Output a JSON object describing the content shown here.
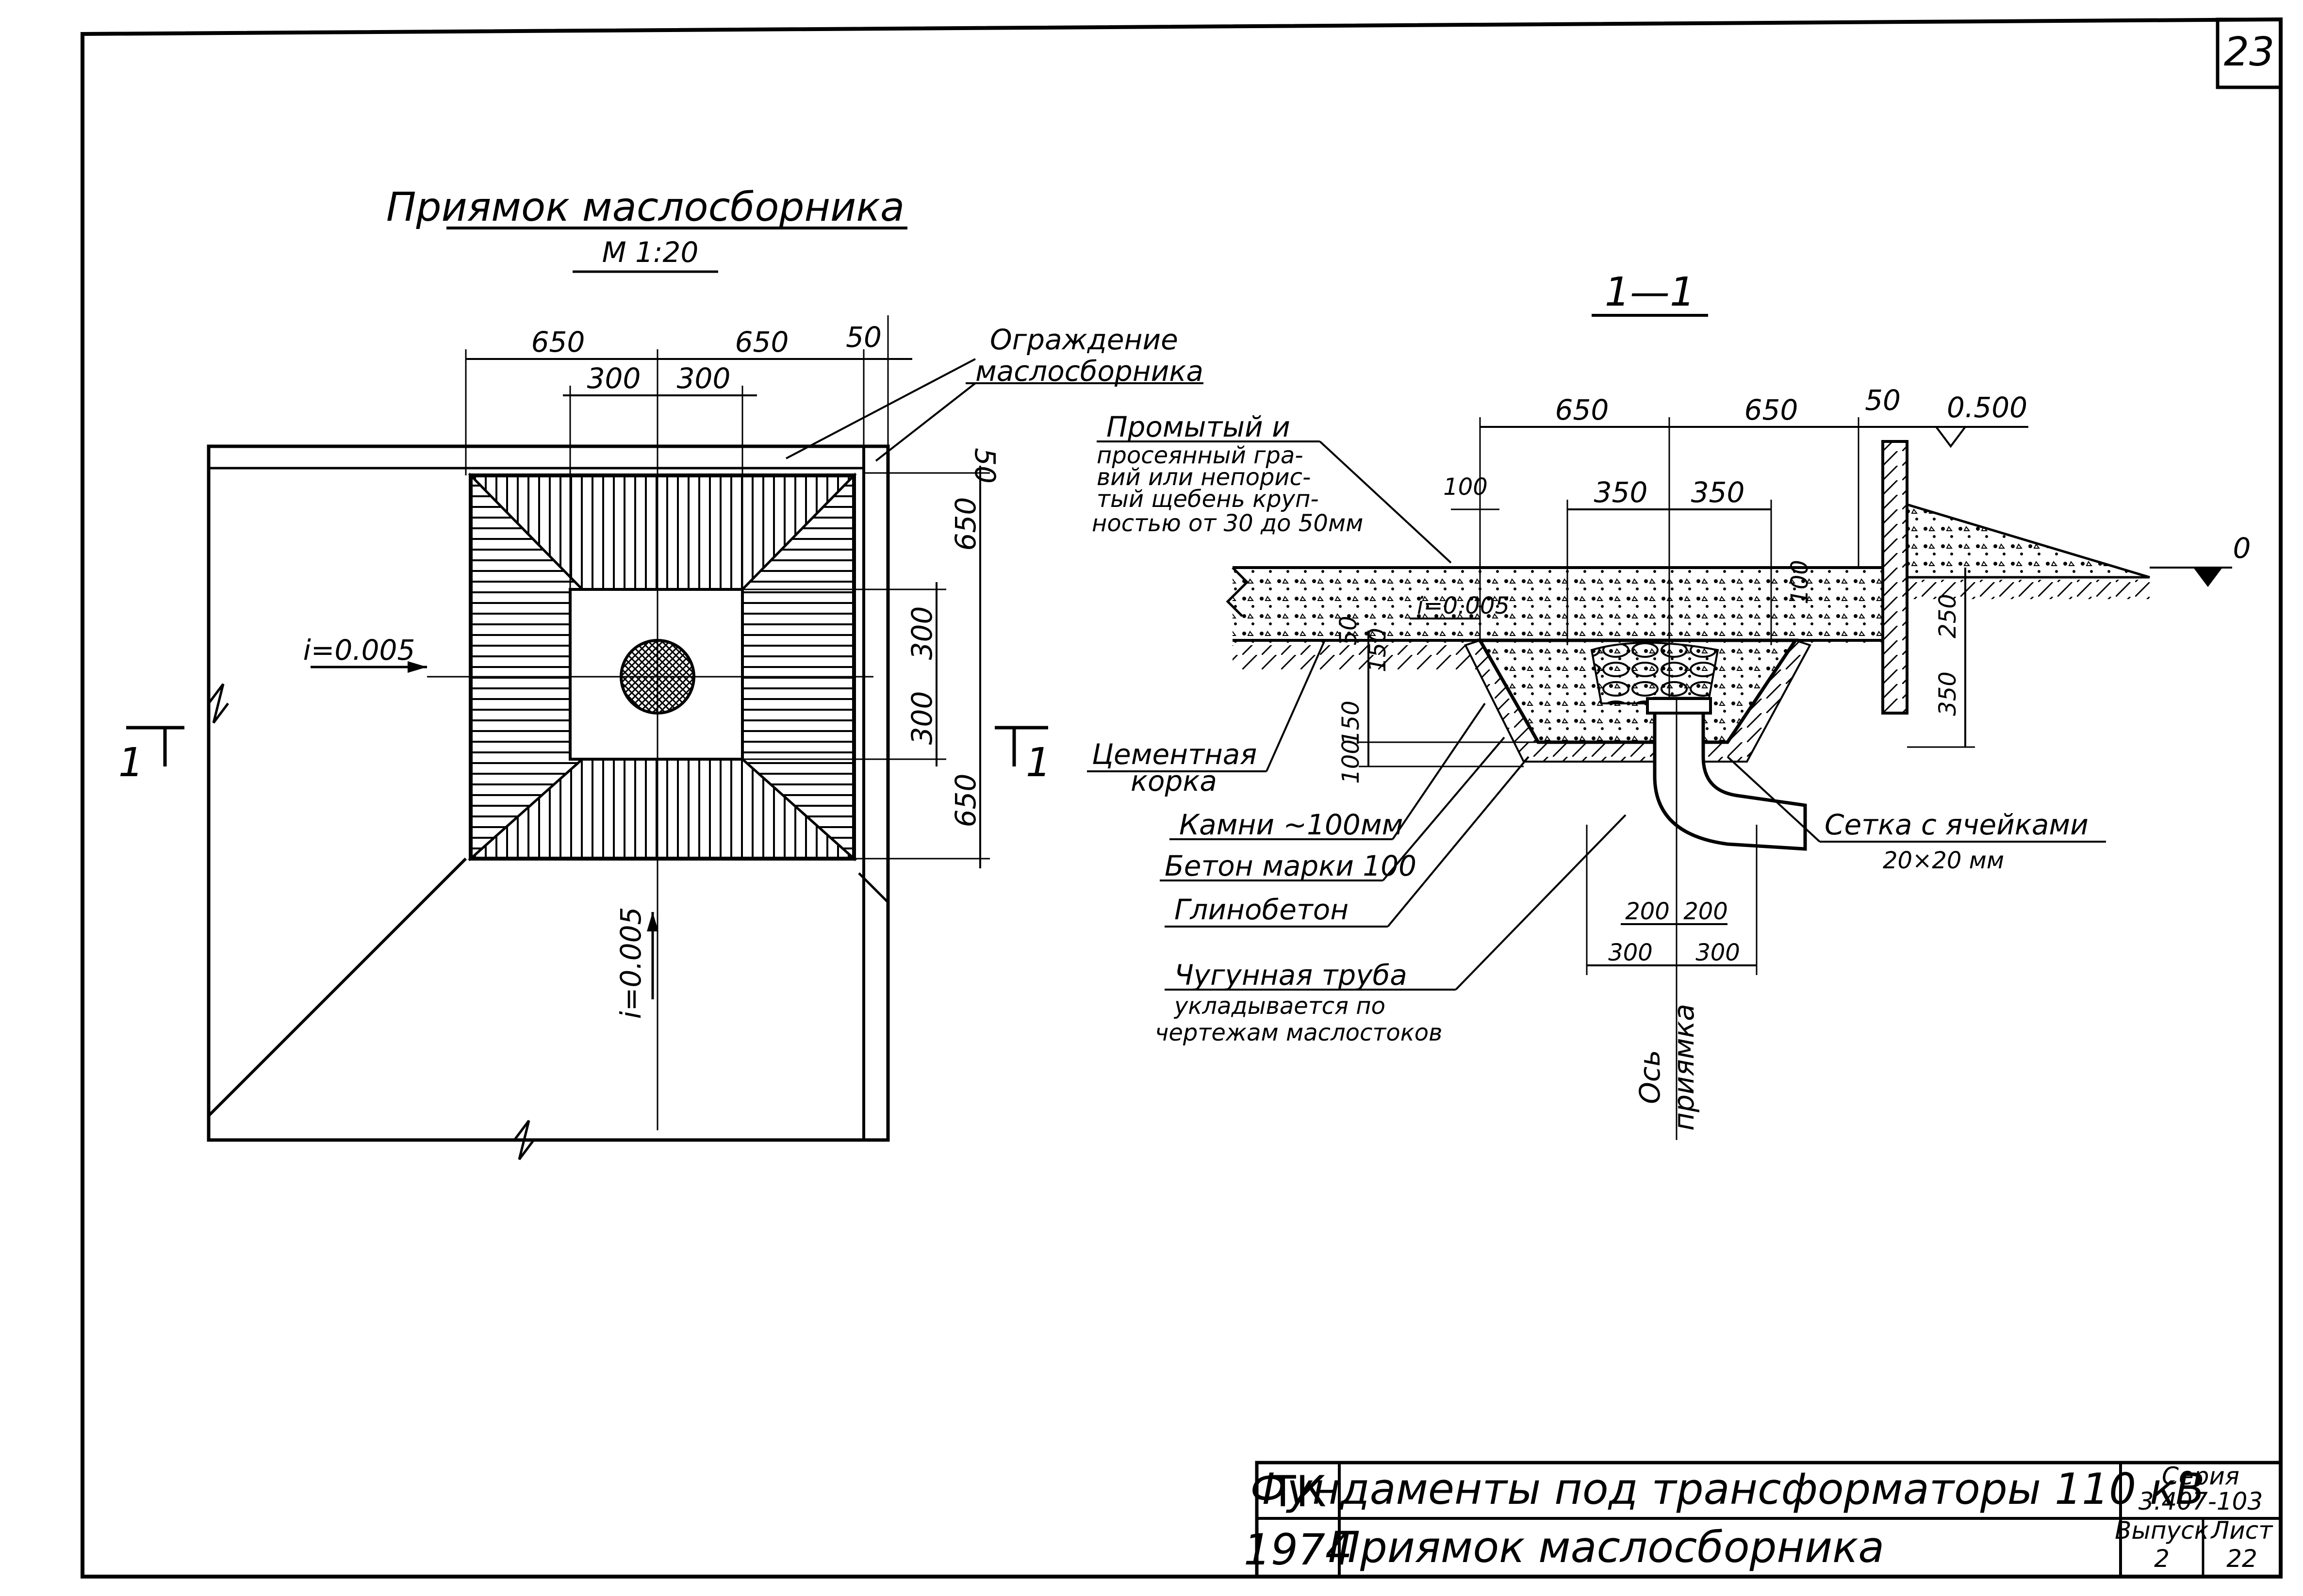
{
  "sheet": {
    "page_number": "23"
  },
  "plan": {
    "title": "Приямок маслосборника",
    "scale": "М 1:20",
    "dims_top": [
      "650",
      "650",
      "50"
    ],
    "dims_inner": [
      "300",
      "300"
    ],
    "dims_right": [
      "50",
      "650",
      "300",
      "300",
      "650"
    ],
    "slope_left": "i=0.005",
    "slope_bottom": "i=0.005",
    "section_mark_left": "1",
    "section_mark_right": "1",
    "fence_label_line1": "Ограждение",
    "fence_label_line2": "маслосборника"
  },
  "section": {
    "title": "1—1",
    "dims_top": [
      "650",
      "650",
      "50"
    ],
    "dims_inner": [
      "350",
      "350"
    ],
    "dim_100_left": "100",
    "dim_100_right": "100",
    "dims_left_vertical": [
      "50",
      "150",
      "150",
      "100"
    ],
    "dims_right_vertical": [
      "250",
      "350"
    ],
    "dims_bottom_upper": [
      "200",
      "200"
    ],
    "dims_bottom_lower": [
      "300",
      "300"
    ],
    "level_top": "0.500",
    "level_zero": "0",
    "slope": "i=0.005",
    "gravel_label": [
      "Промытый и",
      "просеянный гра-",
      "вий или непорис-",
      "тый щебень круп-",
      "ностью от 30 до 50мм"
    ],
    "cement_label": [
      "Цементная",
      "корка"
    ],
    "stones_label": "Камни ~100мм",
    "concrete_label": "Бетон марки 100",
    "clay_label": "Глинобетон",
    "pipe_label": [
      "Чугунная труба",
      "укладывается по",
      "чертежам маслостоков"
    ],
    "mesh_label": [
      "Сетка с ячейками",
      "20×20 мм"
    ],
    "axis_label": [
      "Ось",
      "приямка"
    ]
  },
  "title_block": {
    "org": "ТК",
    "year": "1974",
    "project": "Фундаменты под трансформаторы 110 кВ",
    "drawing": "Приямок маслосборника",
    "series_label": "Серия",
    "series": "3.407-103",
    "issue_label": "Выпуск",
    "issue": "2",
    "sheet_label": "Лист",
    "sheet": "22"
  }
}
